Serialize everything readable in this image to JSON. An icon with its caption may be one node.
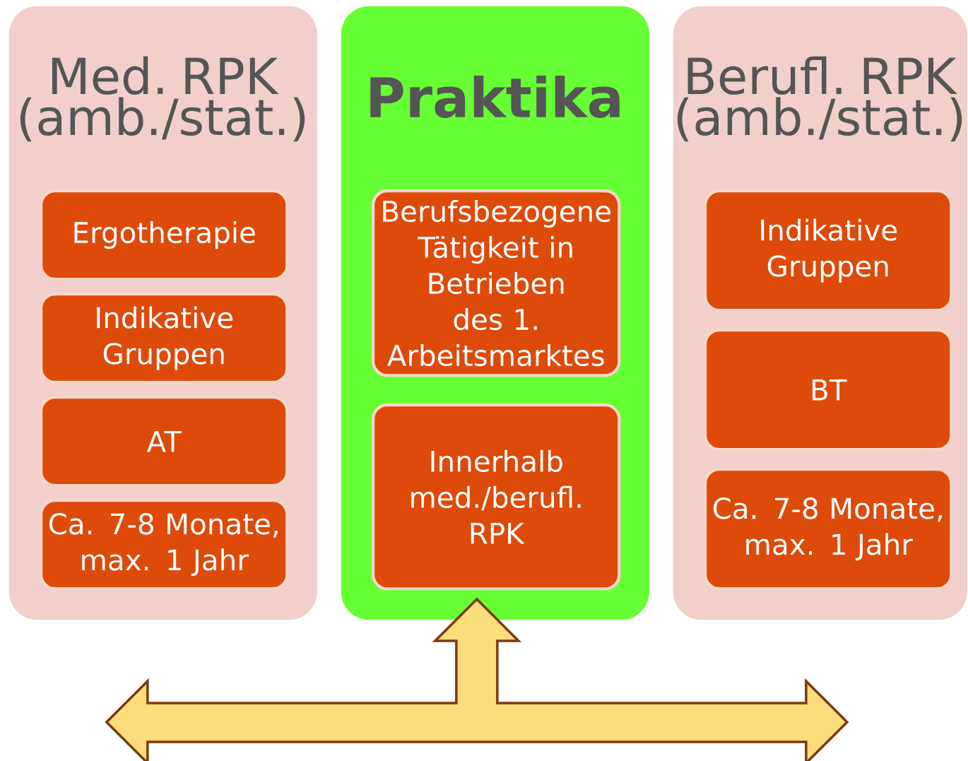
{
  "diagram": {
    "nodes": [
      {
        "text": [
          "Med. RPK (amb./stat.)"
        ]
      },
      {
        "text": [
          "Ergotherapie"
        ],
        "in": 0
      },
      {
        "text": [
          "Indikative Gruppen"
        ],
        "in": 0
      },
      {
        "text": [
          "AT"
        ],
        "in": 0
      },
      {
        "text": [
          "Ca. 7-8 Monate, max. 1 Jahr"
        ],
        "in": 0
      },
      {
        "text": [
          "Praktika"
        ]
      },
      {
        "text": [
          "Berufsbezogene Tätigkeit in Betrieben des 1. Arbeitsmarktes"
        ],
        "in": 5
      },
      {
        "text": [
          "Innerhalb med./berufl. RPK"
        ],
        "in": 5
      },
      {
        "text": [
          "Berufl. RPK (amb./stat.)"
        ]
      },
      {
        "text": [
          "Indikative Gruppen"
        ],
        "in": 8
      },
      {
        "text": [
          "BT"
        ],
        "in": 8
      },
      {
        "text": [
          "Ca. 7-8 Monate, max. 1 Jahr"
        ],
        "in": 8
      }
    ],
    "edges": [
      {
        "from": null,
        "to": 5,
        "arrow": "to"
      }
    ]
  }
}
